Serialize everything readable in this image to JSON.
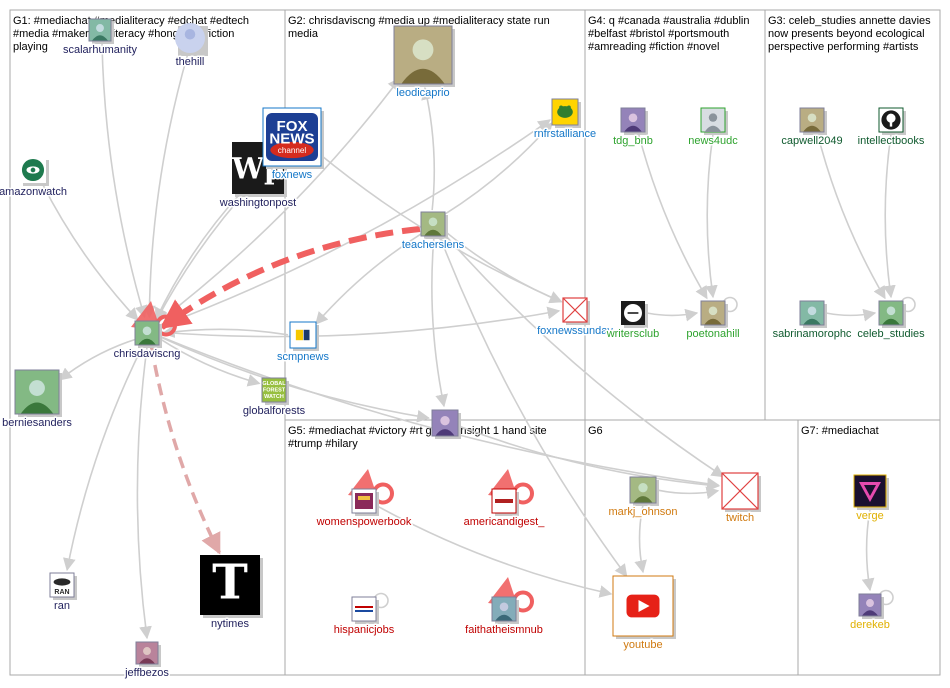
{
  "colors": {
    "G1": "#1f1f5c",
    "G2": "#1477c8",
    "G3": "#0f5a2e",
    "G4": "#2ea32e",
    "G5": "#c00000",
    "G6": "#d07a10",
    "G7": "#e0b000",
    "edge": "#cfcfcf",
    "strong_edge": "#f06060",
    "mid_edge": "#e0a8a8",
    "border": "#aaaaaa"
  },
  "groups": [
    {
      "id": "G1",
      "lines": [
        "G1: #mediachat #medialiteracy #edchat #edtech",
        "#media #makered #literacy #hongkong fiction",
        "playing"
      ]
    },
    {
      "id": "G2",
      "lines": [
        "G2: chrisdaviscng #media up #medialiteracy state run",
        "media"
      ]
    },
    {
      "id": "G4",
      "lines": [
        "G4: q #canada #australia #dublin",
        "#belfast #bristol #portsmouth",
        "#amreading #fiction #novel"
      ]
    },
    {
      "id": "G3",
      "lines": [
        "G3: celeb_studies annette davies",
        "now presents beyond ecological",
        "perspective performing #artists"
      ]
    },
    {
      "id": "G5",
      "lines": [
        "G5: #mediachat #victory #rt global insight 1 hand site",
        "#trump #hilary"
      ]
    },
    {
      "id": "G6",
      "lines": [
        "G6"
      ]
    },
    {
      "id": "G7",
      "lines": [
        "G7: #mediachat"
      ]
    }
  ],
  "nodes": [
    {
      "id": "scalarhumanity",
      "label": "scalarhumanity",
      "group": "G1",
      "icon": "user-avatar-icon"
    },
    {
      "id": "thehill",
      "label": "thehill",
      "group": "G1",
      "icon": "thehill-logo-icon"
    },
    {
      "id": "amazonwatch",
      "label": "amazonwatch",
      "group": "G1",
      "icon": "amazonwatch-logo-icon"
    },
    {
      "id": "washingtonpost",
      "label": "washingtonpost",
      "group": "G1",
      "icon": "washingtonpost-logo-icon",
      "badge": "Wp"
    },
    {
      "id": "chrisdaviscng",
      "label": "chrisdaviscng",
      "group": "G1",
      "icon": "user-avatar-icon"
    },
    {
      "id": "berniesanders",
      "label": "berniesanders",
      "group": "G1",
      "icon": "user-avatar-icon"
    },
    {
      "id": "globalforests",
      "label": "globalforests",
      "group": "G1",
      "icon": "globalforests-logo-icon",
      "badge": "GLOBAL FOREST WATCH"
    },
    {
      "id": "ran",
      "label": "ran",
      "group": "G1",
      "icon": "ran-logo-icon",
      "badge": "RAN"
    },
    {
      "id": "nytimes",
      "label": "nytimes",
      "group": "G1",
      "icon": "nytimes-logo-icon",
      "badge": "T"
    },
    {
      "id": "jeffbezos",
      "label": "jeffbezos",
      "group": "G1",
      "icon": "user-avatar-icon"
    },
    {
      "id": "leodicaprio",
      "label": "leodicaprio",
      "group": "G2",
      "icon": "user-avatar-icon"
    },
    {
      "id": "foxnews",
      "label": "foxnews",
      "group": "G2",
      "icon": "foxnews-logo-icon",
      "badge": "FOX NEWS channel"
    },
    {
      "id": "rnfrstalliance",
      "label": "rnfrstalliance",
      "group": "G2",
      "icon": "frog-logo-icon"
    },
    {
      "id": "teacherslens",
      "label": "teacherslens",
      "group": "G2",
      "icon": "user-avatar-icon"
    },
    {
      "id": "scmpnews",
      "label": "scmpnews",
      "group": "G2",
      "icon": "scmp-logo-icon"
    },
    {
      "id": "foxnewssunday",
      "label": "foxnewssunday",
      "group": "G2",
      "icon": "broken-image-icon"
    },
    {
      "id": "g2woman",
      "label": "",
      "group": "G2",
      "icon": "user-avatar-icon"
    },
    {
      "id": "tdg_bnb",
      "label": "tdg_bnb",
      "group": "G4",
      "icon": "user-avatar-icon"
    },
    {
      "id": "news4udc",
      "label": "news4udc",
      "group": "G4",
      "icon": "default-user-icon"
    },
    {
      "id": "writersclub",
      "label": "writersclub",
      "group": "G4",
      "icon": "writersclub-logo-icon"
    },
    {
      "id": "poetonahill",
      "label": "poetonahill",
      "group": "G4",
      "icon": "user-avatar-icon"
    },
    {
      "id": "capwell2049",
      "label": "capwell2049",
      "group": "G3",
      "icon": "user-avatar-icon"
    },
    {
      "id": "intellectbooks",
      "label": "intellectbooks",
      "group": "G3",
      "icon": "intellect-logo-icon"
    },
    {
      "id": "sabrinamorophc",
      "label": "sabrinamorophc",
      "group": "G3",
      "icon": "user-avatar-icon"
    },
    {
      "id": "celeb_studies",
      "label": "celeb_studies",
      "group": "G3",
      "icon": "user-avatar-icon"
    },
    {
      "id": "womenspowerbook",
      "label": "womenspowerbook",
      "group": "G5",
      "icon": "book-logo-icon"
    },
    {
      "id": "americandigest_",
      "label": "americandigest_",
      "group": "G5",
      "icon": "americandigest-logo-icon"
    },
    {
      "id": "hispanicjobs",
      "label": "hispanicjobs",
      "group": "G5",
      "icon": "hispanicjobs-logo-icon"
    },
    {
      "id": "faithatheismnub",
      "label": "faithatheismnub",
      "group": "G5",
      "icon": "user-avatar-icon"
    },
    {
      "id": "markj_ohnson",
      "label": "markj_ohnson",
      "group": "G6",
      "icon": "user-avatar-icon"
    },
    {
      "id": "twitch",
      "label": "twitch",
      "group": "G6",
      "icon": "broken-image-icon"
    },
    {
      "id": "youtube",
      "label": "youtube",
      "group": "G6",
      "icon": "youtube-logo-icon"
    },
    {
      "id": "verge",
      "label": "verge",
      "group": "G7",
      "icon": "verge-logo-icon"
    },
    {
      "id": "derekeb",
      "label": "derekeb",
      "group": "G7",
      "icon": "user-avatar-icon"
    }
  ],
  "edges": [
    {
      "from": "scalarhumanity",
      "to": "chrisdaviscng",
      "style": "normal"
    },
    {
      "from": "thehill",
      "to": "chrisdaviscng",
      "style": "normal"
    },
    {
      "from": "amazonwatch",
      "to": "chrisdaviscng",
      "style": "normal"
    },
    {
      "from": "washingtonpost",
      "to": "chrisdaviscng",
      "style": "normal"
    },
    {
      "from": "foxnews",
      "to": "chrisdaviscng",
      "style": "normal"
    },
    {
      "from": "scmpnews",
      "to": "chrisdaviscng",
      "style": "normal"
    },
    {
      "from": "chrisdaviscng",
      "to": "berniesanders",
      "style": "normal"
    },
    {
      "from": "chrisdaviscng",
      "to": "ran",
      "style": "normal"
    },
    {
      "from": "chrisdaviscng",
      "to": "jeffbezos",
      "style": "normal"
    },
    {
      "from": "chrisdaviscng",
      "to": "globalforests",
      "style": "normal"
    },
    {
      "from": "chrisdaviscng",
      "to": "foxnewssunday",
      "style": "normal"
    },
    {
      "from": "chrisdaviscng",
      "to": "twitch",
      "style": "normal"
    },
    {
      "from": "chrisdaviscng",
      "to": "g2woman",
      "style": "normal"
    },
    {
      "from": "chrisdaviscng",
      "to": "leodicaprio",
      "style": "normal"
    },
    {
      "from": "chrisdaviscng",
      "to": "rnfrstalliance",
      "style": "normal"
    },
    {
      "from": "chrisdaviscng",
      "to": "nytimes",
      "style": "mid"
    },
    {
      "from": "teacherslens",
      "to": "chrisdaviscng",
      "style": "strong"
    },
    {
      "from": "teacherslens",
      "to": "leodicaprio",
      "style": "normal"
    },
    {
      "from": "teacherslens",
      "to": "rnfrstalliance",
      "style": "normal"
    },
    {
      "from": "teacherslens",
      "to": "foxnewssunday",
      "style": "normal"
    },
    {
      "from": "teacherslens",
      "to": "scmpnews",
      "style": "normal"
    },
    {
      "from": "teacherslens",
      "to": "g2woman",
      "style": "normal"
    },
    {
      "from": "teacherslens",
      "to": "youtube",
      "style": "normal"
    },
    {
      "from": "teacherslens",
      "to": "twitch",
      "style": "normal"
    },
    {
      "from": "foxnews",
      "to": "foxnewssunday",
      "style": "normal"
    },
    {
      "from": "womenspowerbook",
      "to": "youtube",
      "style": "normal"
    },
    {
      "from": "markj_ohnson",
      "to": "youtube",
      "style": "normal"
    },
    {
      "from": "markj_ohnson",
      "to": "twitch",
      "style": "normal"
    },
    {
      "from": "g2woman",
      "to": "twitch",
      "style": "normal"
    },
    {
      "from": "tdg_bnb",
      "to": "poetonahill",
      "style": "normal"
    },
    {
      "from": "news4udc",
      "to": "poetonahill",
      "style": "normal"
    },
    {
      "from": "writersclub",
      "to": "poetonahill",
      "style": "normal"
    },
    {
      "from": "capwell2049",
      "to": "celeb_studies",
      "style": "normal"
    },
    {
      "from": "intellectbooks",
      "to": "celeb_studies",
      "style": "normal"
    },
    {
      "from": "sabrinamorophc",
      "to": "celeb_studies",
      "style": "normal"
    },
    {
      "from": "verge",
      "to": "derekeb",
      "style": "normal"
    }
  ],
  "self_loops": [
    {
      "node": "chrisdaviscng",
      "style": "strong"
    },
    {
      "node": "womenspowerbook",
      "style": "strong"
    },
    {
      "node": "americandigest_",
      "style": "strong"
    },
    {
      "node": "faithatheismnub",
      "style": "strong"
    },
    {
      "node": "hispanicjobs",
      "style": "normal"
    },
    {
      "node": "poetonahill",
      "style": "normal"
    },
    {
      "node": "celeb_studies",
      "style": "normal"
    },
    {
      "node": "derekeb",
      "style": "normal"
    }
  ]
}
